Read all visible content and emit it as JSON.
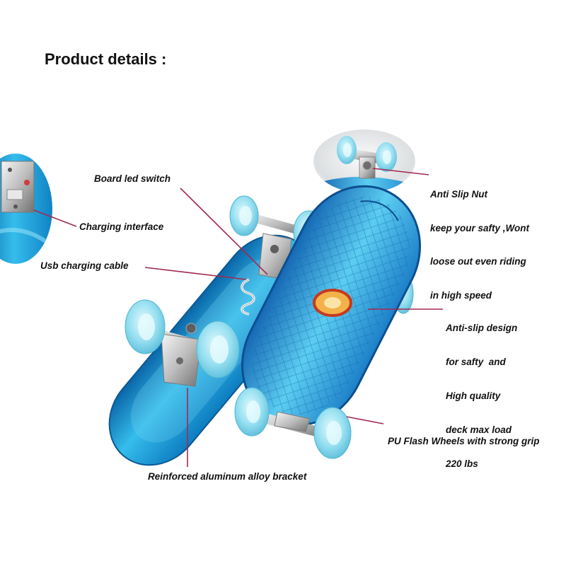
{
  "title": "Product details :",
  "callouts": {
    "board_led_switch": "Board led switch",
    "charging_interface": "Charging interface",
    "usb_charging_cable": "Usb charging cable",
    "anti_slip_nut": [
      "Anti Slip Nut",
      "keep your safty ,Wont",
      "loose out even riding",
      "in high speed"
    ],
    "anti_slip_design": [
      "Anti-slip design",
      "for safty  and",
      "High quality",
      "deck max load",
      "220 lbs"
    ],
    "pu_wheels": "PU Flash Wheels with strong grip",
    "bracket": "Reinforced aluminum alloy bracket"
  },
  "colors": {
    "callout_line": "#a3294f",
    "deck": "#1a9bd7",
    "wheel": "#8fdcef",
    "metal": "#b9b9b9"
  }
}
